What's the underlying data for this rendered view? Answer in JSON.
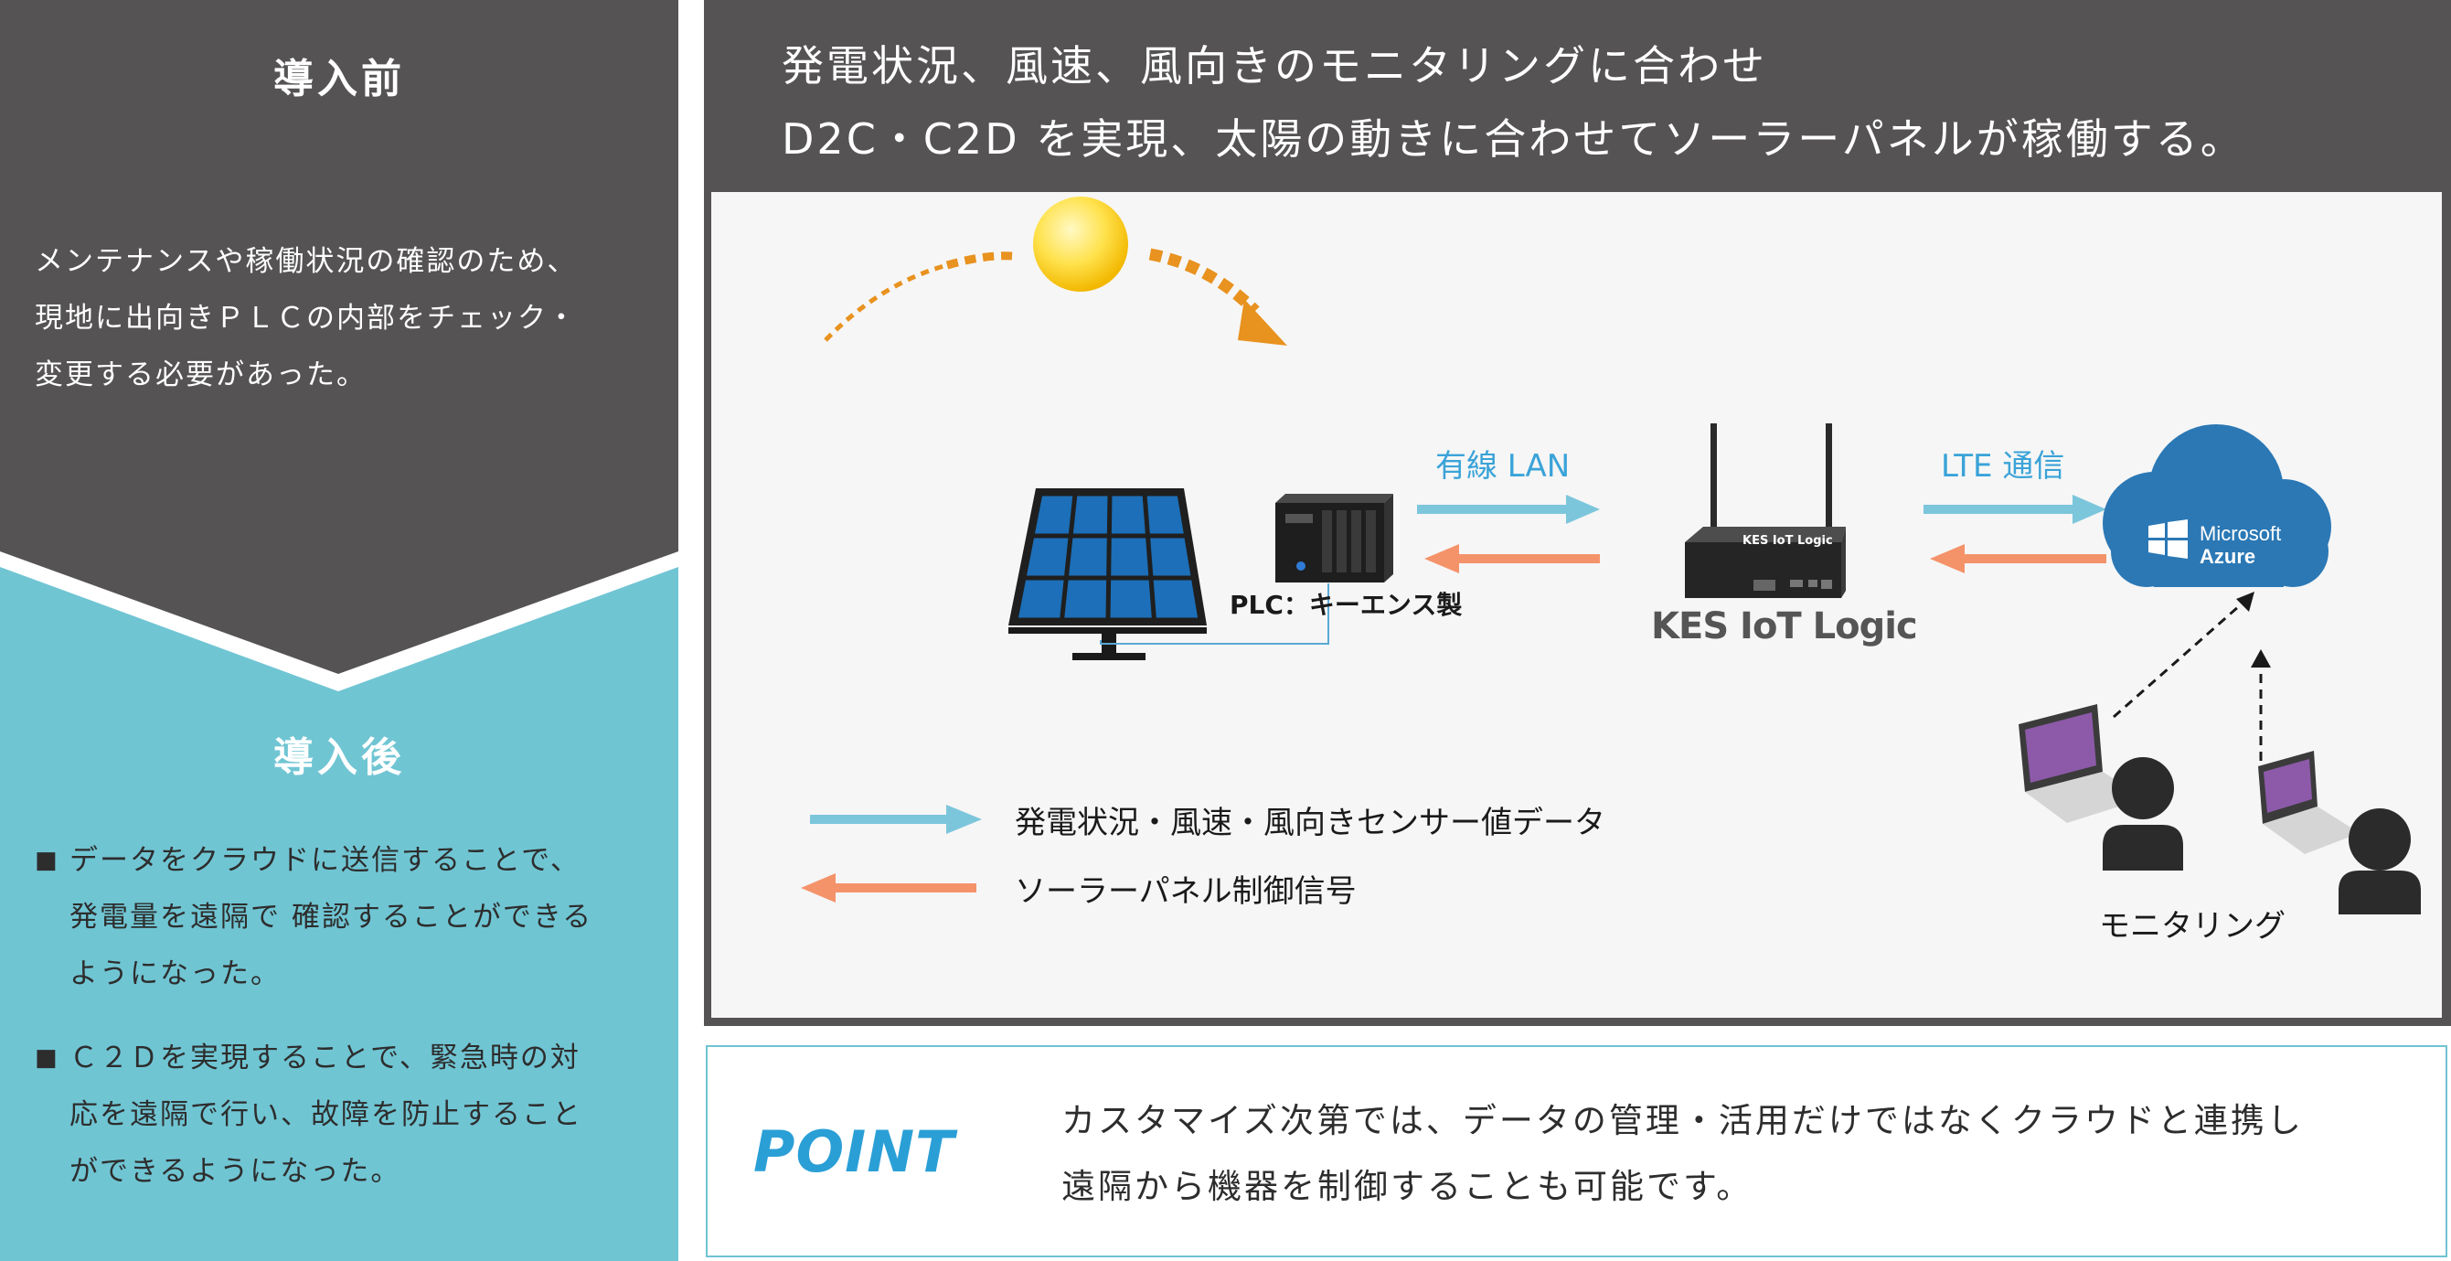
{
  "before": {
    "title": "導入前",
    "lines": [
      "メンテナンスや稼働状況の確認のため、",
      "現地に出向きＰＬＣの内部をチェック・",
      "変更する必要があった。"
    ]
  },
  "after": {
    "title": "導入後",
    "items": [
      {
        "bullet": "■",
        "lines": [
          "データをクラウドに送信することで、",
          "発電量を遠隔で 確認することができる",
          "ようになった。"
        ]
      },
      {
        "bullet": "■",
        "lines": [
          "Ｃ２Ｄを実現することで、緊急時の対",
          "応を遠隔で行い、故障を防止すること",
          "ができるようになった。"
        ]
      }
    ]
  },
  "header": {
    "line1": "発電状況、風速、風向きのモニタリングに合わせ",
    "line2": "D2C・C2D を実現、太陽の動きに合わせてソーラーパネルが稼働する。"
  },
  "diagram": {
    "plc_label": "PLC：キーエンス製",
    "wired_lan_label": "有線 LAN",
    "device_name": "KES IoT Logic",
    "device_face_label": "KES IoT Logic",
    "lte_label": "LTE 通信",
    "cloud_line1": "Microsoft",
    "cloud_line2": "Azure",
    "monitoring_label": "モニタリング",
    "legend": [
      {
        "label": "発電状況・風速・風向きセンサー値データ",
        "color": "#7cc6dc",
        "direction": "right"
      },
      {
        "label": "ソーラーパネル制御信号",
        "color": "#f4936a",
        "direction": "left"
      }
    ]
  },
  "point": {
    "label": "POINT",
    "lines": [
      "カスタマイズ次第では、データの管理・活用だけではなくクラウドと連携し",
      "遠隔から機器を制御することも可能です。"
    ]
  },
  "colors": {
    "dark_gray": "#555354",
    "teal": "#70c5d3",
    "blue_arrow": "#7cc6dc",
    "orange_arrow": "#f4936a",
    "accent_blue": "#2a9fd6",
    "sun_orange": "#e8921f",
    "solar_blue": "#1c6fb8",
    "cloud_blue": "#2b78b5",
    "laptop_purple": "#8c5aa8"
  }
}
